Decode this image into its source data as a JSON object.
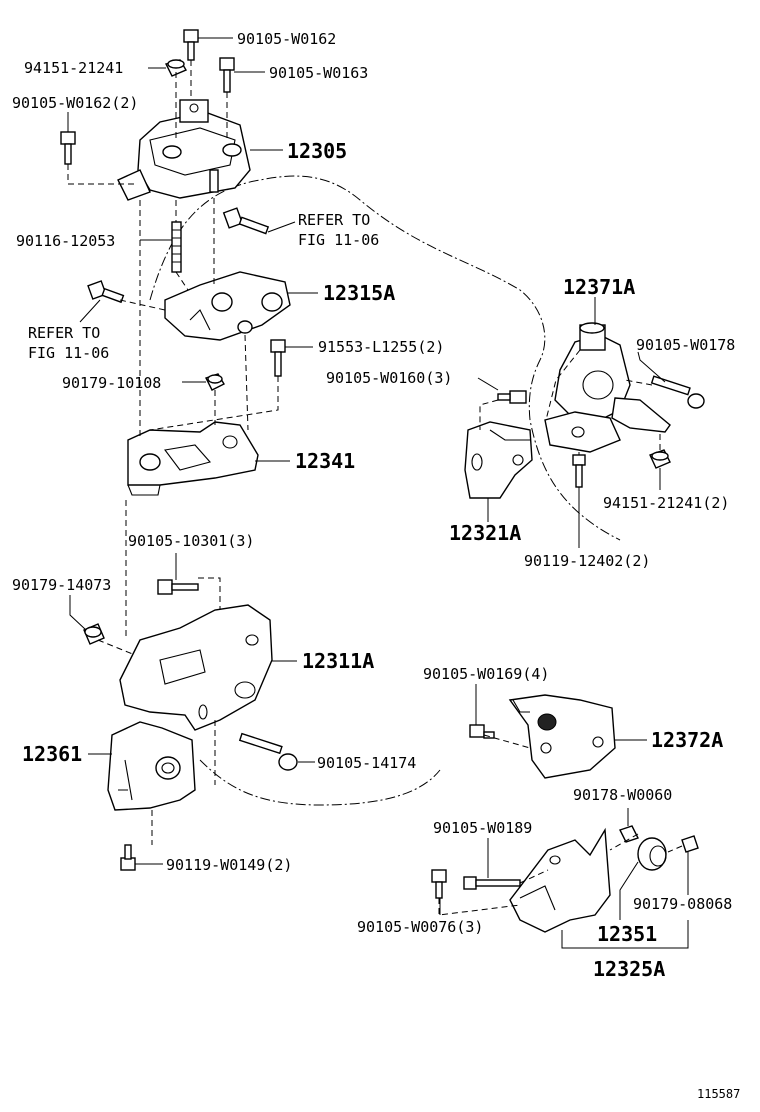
{
  "diagram_number": "115587",
  "labels": {
    "l_90105_w0162": "90105-W0162",
    "l_94151_21241": "94151-21241",
    "l_90105_w0163": "90105-W0163",
    "l_90105_w0162_2": "90105-W0162(2)",
    "l_12305": "12305",
    "l_refer_1": "REFER TO",
    "l_fig_1": "FIG 11-06",
    "l_90116_12053": "90116-12053",
    "l_12315a": "12315A",
    "l_refer_2": "REFER TO",
    "l_fig_2": "FIG 11-06",
    "l_91553_l1255": "91553-L1255(2)",
    "l_90179_10108": "90179-10108",
    "l_12341": "12341",
    "l_12371a": "12371A",
    "l_90105_w0178": "90105-W0178",
    "l_90105_w0160": "90105-W0160(3)",
    "l_12321a": "12321A",
    "l_94151_21241_2": "94151-21241(2)",
    "l_90119_12402": "90119-12402(2)",
    "l_90105_10301": "90105-10301(3)",
    "l_90179_14073": "90179-14073",
    "l_12311a": "12311A",
    "l_12361": "12361",
    "l_90105_14174": "90105-14174",
    "l_90119_w0149": "90119-W0149(2)",
    "l_90105_w0169": "90105-W0169(4)",
    "l_12372a": "12372A",
    "l_90178_w0060": "90178-W0060",
    "l_90105_w0189": "90105-W0189",
    "l_90179_08068": "90179-08068",
    "l_90105_w0076": "90105-W0076(3)",
    "l_12351": "12351",
    "l_12325a": "12325A"
  }
}
